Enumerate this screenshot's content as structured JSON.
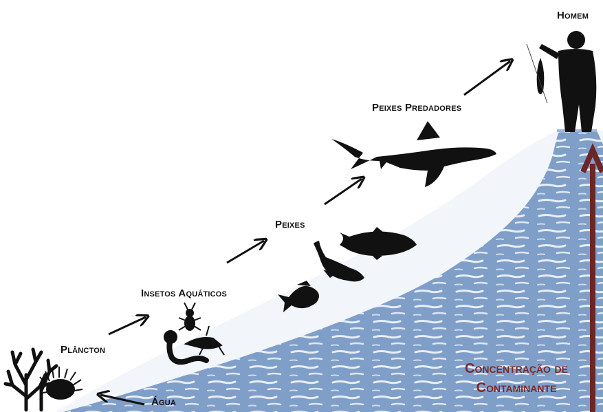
{
  "labels": {
    "homem": "Homem",
    "peixes_predadores": "Peixes Predadores",
    "peixes": "Peixes",
    "insetos": "Insetos Aquáticos",
    "plancton": "Plâncton",
    "agua": "Água",
    "concentracao_line1": "Concentração de",
    "concentracao_line2": "Contaminante"
  },
  "colors": {
    "water": "#7f9fc9",
    "water_light": "#e8eef6",
    "concentration_arrow": "#6b2626",
    "silhouette": "#111111"
  },
  "icons": [
    "plankton-icon",
    "urchin-icon",
    "insect-icon",
    "worm-icon",
    "small-fish-icon",
    "fish-icon",
    "trout-icon",
    "shark-icon",
    "man-fishing-icon"
  ]
}
